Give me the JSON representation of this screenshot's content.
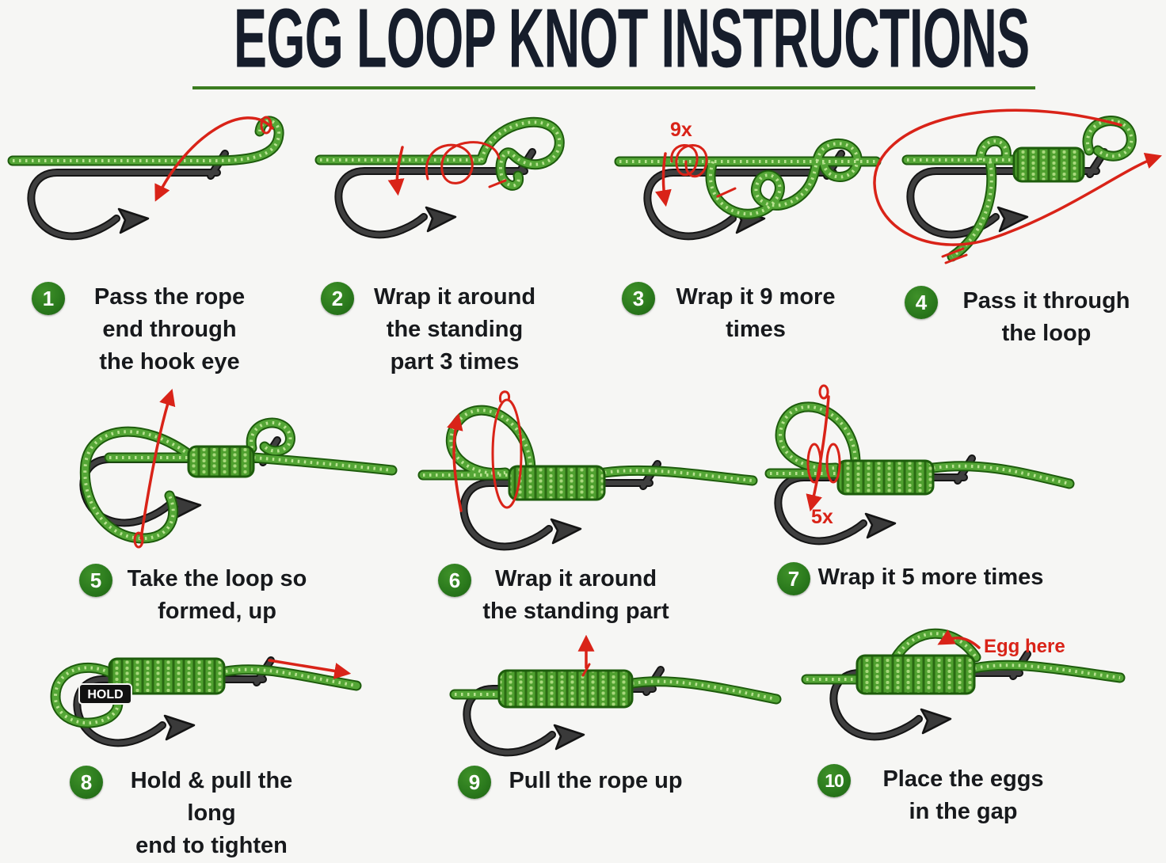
{
  "title": "EGG LOOP KNOT INSTRUCTIONS",
  "steps": [
    {
      "number": "1",
      "caption": "Pass the rope\nend through\nthe hook eye"
    },
    {
      "number": "2",
      "caption": "Wrap it around\nthe standing\npart 3 times"
    },
    {
      "number": "3",
      "caption": "Wrap it 9 more\ntimes",
      "annotation": "9x"
    },
    {
      "number": "4",
      "caption": "Pass it through\nthe loop"
    },
    {
      "number": "5",
      "caption": "Take the loop so\nformed, up"
    },
    {
      "number": "6",
      "caption": "Wrap it around\nthe standing part"
    },
    {
      "number": "7",
      "caption": "Wrap it 5 more times",
      "annotation": "5x"
    },
    {
      "number": "8",
      "caption": "Hold & pull the long\nend to tighten",
      "annotation": "HOLD"
    },
    {
      "number": "9",
      "caption": "Pull the rope up"
    },
    {
      "number": "10",
      "caption": "Place the eggs\nin the gap",
      "annotation": "Egg here"
    }
  ],
  "colors": {
    "background": "#f6f6f4",
    "title": "#161d2b",
    "underline_green": "#3b7c1f",
    "badge_green": "#2b7a1d",
    "rope_green": "#54a636",
    "rope_outline": "#1d5c0c",
    "hook_gray": "#3f3f3f",
    "annotation_red": "#d92318",
    "caption_text": "#17191c"
  }
}
